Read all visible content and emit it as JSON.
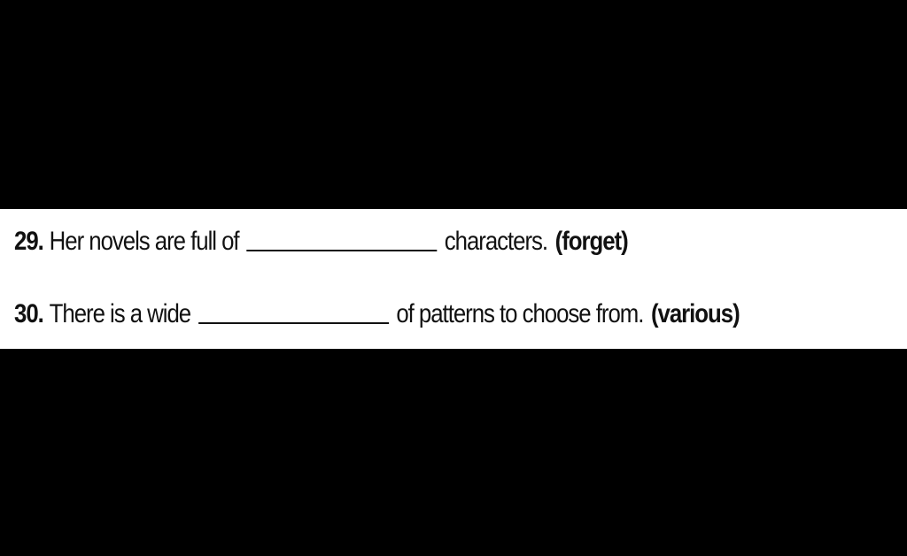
{
  "worksheet": {
    "questions": [
      {
        "number": "29.",
        "before": "Her novels are full of",
        "after": "characters.",
        "hint": "(forget)"
      },
      {
        "number": "30.",
        "before": "There is a wide",
        "after": "of patterns to choose from.",
        "hint": "(various)"
      }
    ]
  }
}
